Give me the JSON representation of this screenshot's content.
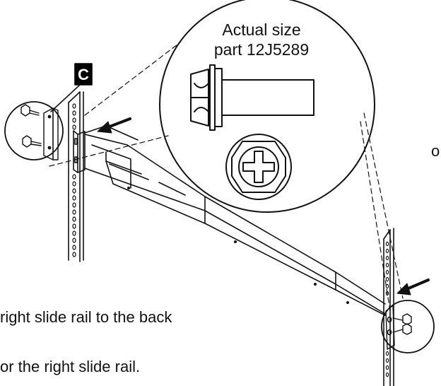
{
  "callout": {
    "title_line1": "Actual size",
    "title_line2": "part 12J5289"
  },
  "label_c": "C",
  "captions": [
    "o",
    "right slide rail to the back",
    "or the right slide rail."
  ],
  "colors": {
    "ink": "#111111",
    "background": "#ffffff",
    "label_box": "#000000",
    "label_text": "#ffffff"
  },
  "icons": [
    "screw-icon",
    "rack-post-icon",
    "slide-rail-icon",
    "arrow-icon"
  ]
}
